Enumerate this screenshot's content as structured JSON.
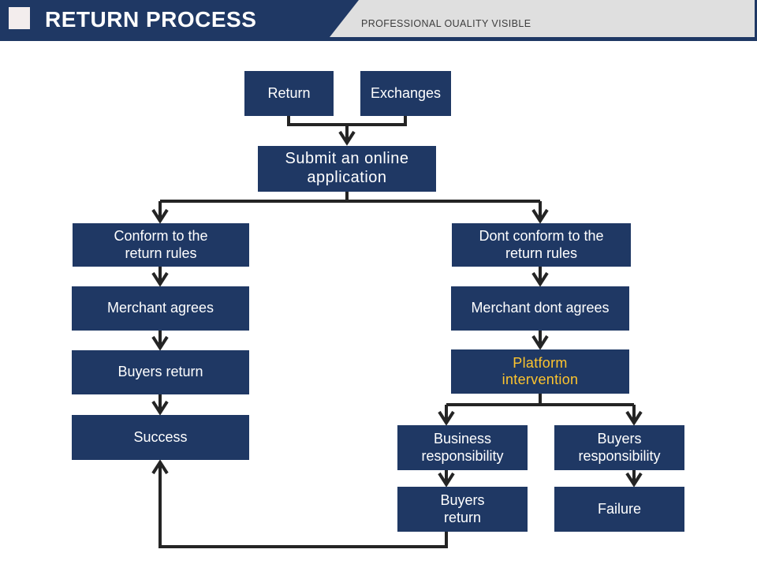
{
  "header": {
    "title": "RETURN PROCESS",
    "tagline": "PROFESSIONAL OUALITY VISIBLE",
    "colors": {
      "bar": "#1f3864",
      "tag_background": "#dfdfdf",
      "square": "#f3eded",
      "tagline_text": "#3d3d3d"
    }
  },
  "flowchart": {
    "colors": {
      "box": "#1f3864",
      "box_text": "#ffffff",
      "highlight_text": "#fdc42e",
      "connector": "#242424"
    },
    "nodes": {
      "return": "Return",
      "exchanges": "Exchanges",
      "submit": "Submit an online\napplication",
      "conform": "Conform to the\nreturn rules",
      "dont_conform": "Dont conform to the\nreturn rules",
      "merchant_agrees": "Merchant agrees",
      "merchant_dont_agrees": "Merchant dont agrees",
      "buyers_return": "Buyers return",
      "platform_intervention": "Platform\nintervention",
      "success": "Success",
      "business_responsibility": "Business\nresponsibility",
      "buyers_responsibility": "Buyers\nresponsibility",
      "buyers_return_2": "Buyers\nreturn",
      "failure": "Failure"
    },
    "edges": [
      {
        "from": "return",
        "to": "submit"
      },
      {
        "from": "exchanges",
        "to": "submit"
      },
      {
        "from": "submit",
        "to": "conform"
      },
      {
        "from": "submit",
        "to": "dont_conform"
      },
      {
        "from": "conform",
        "to": "merchant_agrees"
      },
      {
        "from": "merchant_agrees",
        "to": "buyers_return"
      },
      {
        "from": "buyers_return",
        "to": "success"
      },
      {
        "from": "dont_conform",
        "to": "merchant_dont_agrees"
      },
      {
        "from": "merchant_dont_agrees",
        "to": "platform_intervention"
      },
      {
        "from": "platform_intervention",
        "to": "business_responsibility"
      },
      {
        "from": "platform_intervention",
        "to": "buyers_responsibility"
      },
      {
        "from": "business_responsibility",
        "to": "buyers_return_2"
      },
      {
        "from": "buyers_responsibility",
        "to": "failure"
      },
      {
        "from": "buyers_return_2",
        "to": "success"
      }
    ]
  }
}
